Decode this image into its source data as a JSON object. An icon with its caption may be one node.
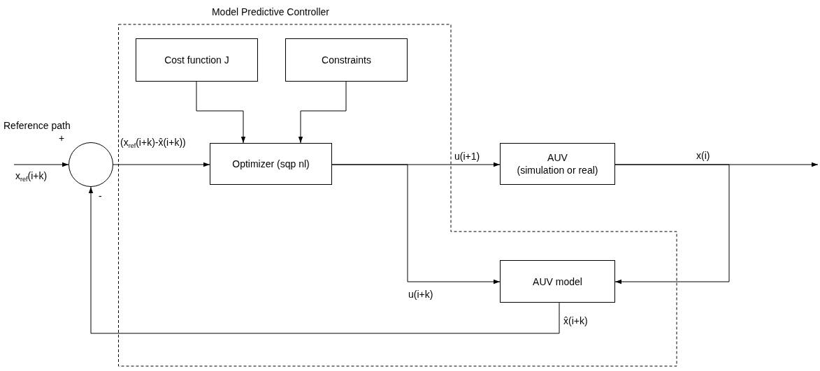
{
  "diagram": {
    "nodes": [
      {
        "text": [
          "Model Predictive Controller"
        ]
      },
      {
        "text": [
          "Cost function J"
        ],
        "in": 0
      },
      {
        "text": [
          "Constraints"
        ],
        "in": 0
      },
      {
        "text": [],
        "shape": "circle",
        "beside": [
          "+",
          "-"
        ]
      },
      {
        "text": [
          "Optimizer (sqp nl)"
        ],
        "in": 0
      },
      {
        "text": [
          "AUV",
          "(simulation or real)"
        ]
      },
      {
        "text": [
          "AUV model"
        ],
        "in": 0
      }
    ],
    "edges": [
      {
        "from": null,
        "to": 3,
        "arrow": "to",
        "label": "x$_{ref}$(i+k)"
      },
      {
        "from": 3,
        "to": 4,
        "arrow": "to",
        "label": "(x$_{ref}$(i+k)-x̂(i+k))"
      },
      {
        "from": 1,
        "to": 4,
        "arrow": "to"
      },
      {
        "from": 2,
        "to": 4,
        "arrow": "to"
      },
      {
        "from": 4,
        "to": 5,
        "arrow": "to",
        "label": "u(i+1)"
      },
      {
        "from": 4,
        "to": 6,
        "arrow": "to",
        "label": "u(i+k)"
      },
      {
        "from": 5,
        "to": null,
        "arrow": "to",
        "label": "x(i)"
      },
      {
        "from": 5,
        "to": 6,
        "arrow": "to"
      },
      {
        "from": 6,
        "to": 3,
        "arrow": "to",
        "label": "x̂(i+k)"
      }
    ],
    "labels": [
      "Reference path"
    ]
  }
}
